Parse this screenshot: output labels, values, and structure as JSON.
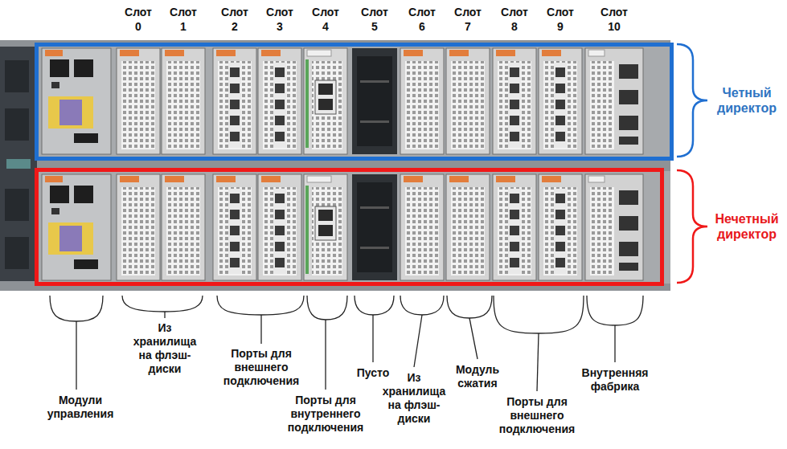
{
  "diagram": {
    "nodes": [
      {
        "text": [
          "Четный директор"
        ]
      },
      {
        "text": [
          "Нечетный директор"
        ]
      }
    ],
    "labels": [
      "Слот 0",
      "Слот 1",
      "Слот 2",
      "Слот 3",
      "Слот 4",
      "Слот 5",
      "Слот 6",
      "Слот 7",
      "Слот 8",
      "Слот 9",
      "Слот 10",
      "Модули управления",
      "Из хранилища на флэш-диски",
      "Порты для внешнего подключения",
      "Порты для внутреннего подключения",
      "Пусто",
      "Из хранилища на флэш-диски",
      "Модуль сжатия",
      "Порты для внешнего подключения",
      "Внутренняя фабрика"
    ]
  }
}
